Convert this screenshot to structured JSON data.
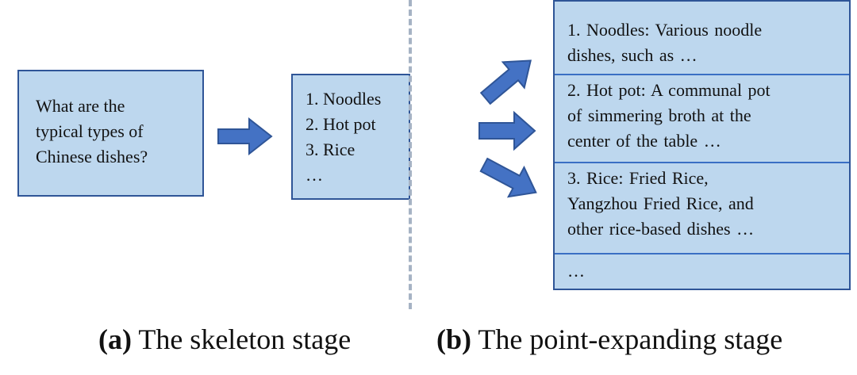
{
  "question": {
    "lines": [
      "What are the",
      "typical types of",
      "Chinese dishes?"
    ]
  },
  "skeleton": {
    "lines": [
      "1. Noodles",
      "2. Hot pot",
      "3. Rice",
      "…"
    ]
  },
  "points": [
    {
      "lines": [
        "1. Noodles: Various noodle",
        "dishes, such as …"
      ]
    },
    {
      "lines": [
        "2. Hot pot: A communal pot",
        "of simmering broth at the",
        "center of the table …"
      ]
    },
    {
      "lines": [
        "3. Rice: Fried Rice,",
        "Yangzhou Fried Rice, and",
        "other rice-based dishes …"
      ]
    },
    {
      "lines": [
        "…"
      ]
    }
  ],
  "captions": {
    "a_label": "(a)",
    "a_text": " The skeleton stage",
    "b_label": "(b)",
    "b_text": " The point-expanding stage"
  },
  "colors": {
    "box_fill": "#bdd7ee",
    "box_border": "#2f5597",
    "arrow": "#4472c4",
    "separator": "#a6b3c4"
  }
}
